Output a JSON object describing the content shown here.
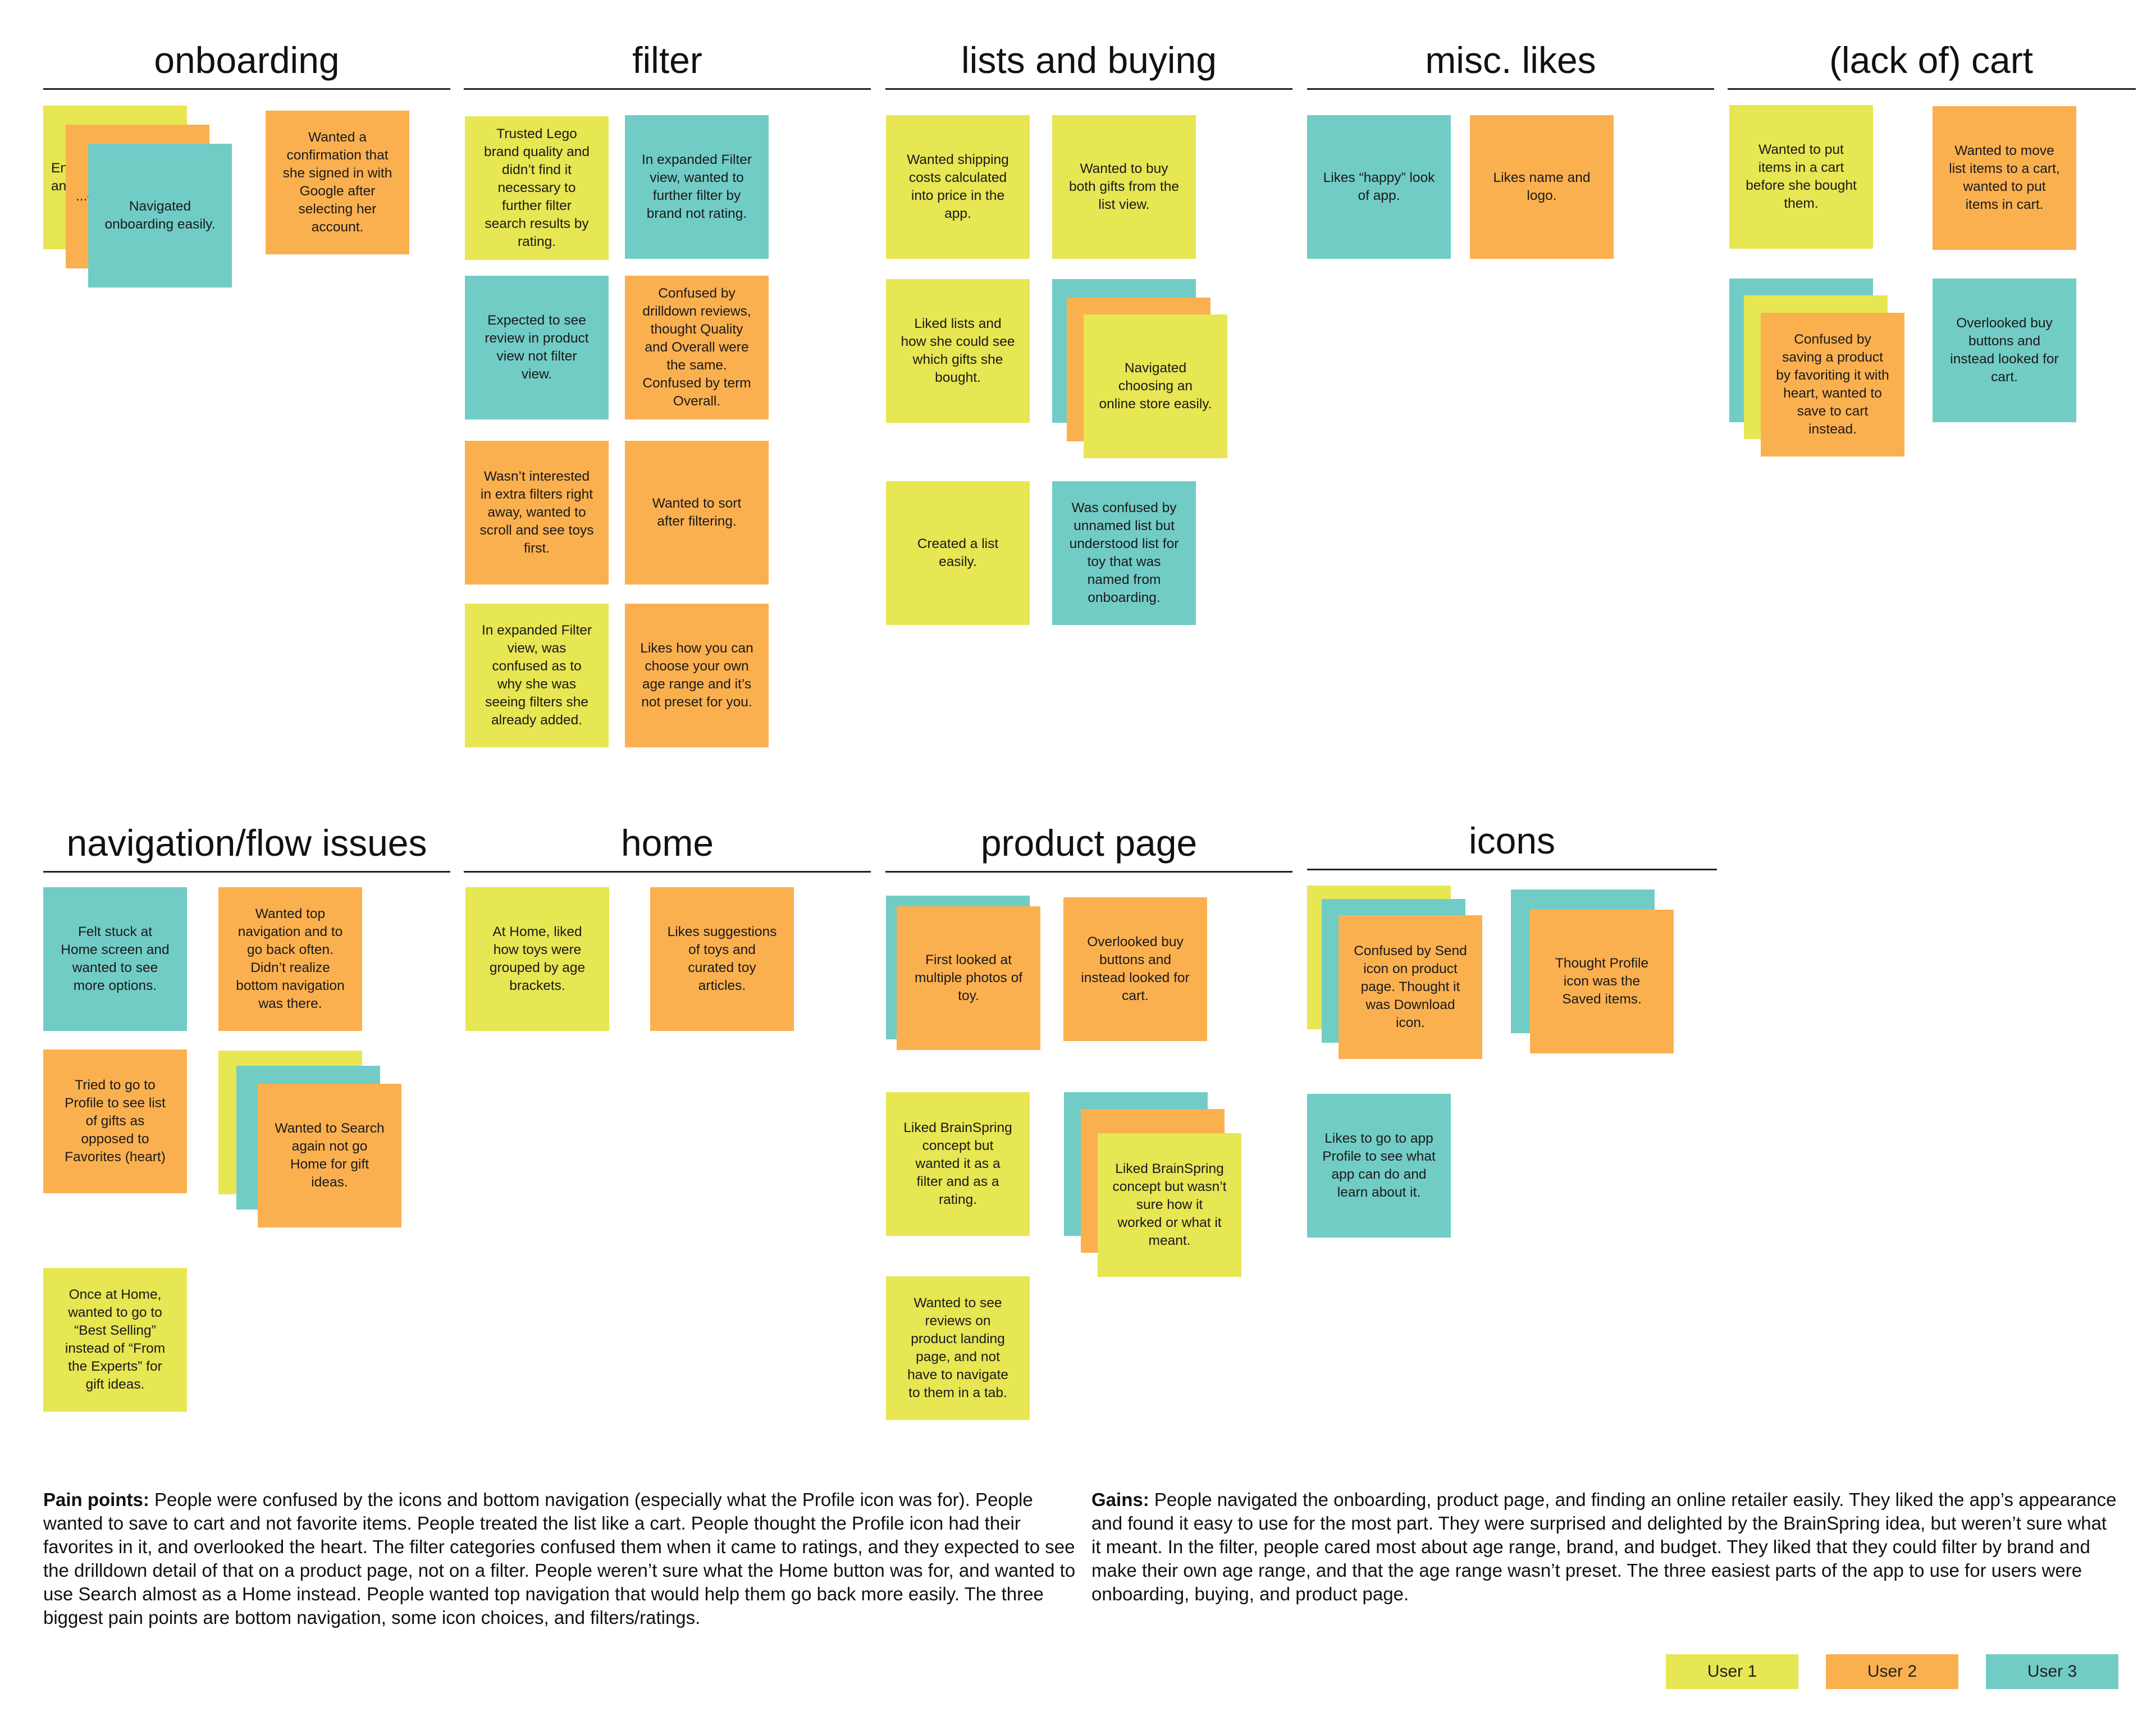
{
  "sections": [
    {
      "id": "onboarding",
      "title": "onboarding",
      "notes": [
        {
          "text": "Entered name and...",
          "color": "yellow"
        },
        {
          "text": "...onboarding...",
          "color": "orange"
        },
        {
          "text": "Navigated onboarding easily.",
          "color": "teal"
        },
        {
          "text": "Wanted a confirmation that she signed in with Google after selecting her account.",
          "color": "orange"
        }
      ]
    },
    {
      "id": "filter",
      "title": "filter",
      "notes": [
        {
          "text": "Trusted Lego brand quality and didn’t find it necessary to further filter search results by rating.",
          "color": "yellow"
        },
        {
          "text": "In expanded Filter view, wanted to further filter by brand not rating.",
          "color": "teal"
        },
        {
          "text": "Expected to see review in product view not filter view.",
          "color": "teal"
        },
        {
          "text": "Confused by drilldown reviews, thought Quality and Overall were the same. Confused by term Overall.",
          "color": "orange"
        },
        {
          "text": "Wasn’t interested in extra filters right away, wanted to scroll and see toys first.",
          "color": "orange"
        },
        {
          "text": "Wanted to sort after filtering.",
          "color": "orange"
        },
        {
          "text": "In expanded Filter view, was confused as to why she was seeing filters she already added.",
          "color": "yellow"
        },
        {
          "text": "Likes how you can choose your own age range and it’s not preset for you.",
          "color": "orange"
        }
      ]
    },
    {
      "id": "lists",
      "title": "lists and buying",
      "notes": [
        {
          "text": "Wanted shipping costs calculated into price in the app.",
          "color": "yellow"
        },
        {
          "text": "Wanted to buy both gifts from the list view.",
          "color": "yellow"
        },
        {
          "text": "Liked lists and how she could see which gifts she bought.",
          "color": "yellow"
        },
        {
          "text": "",
          "color": "teal"
        },
        {
          "text": "",
          "color": "orange"
        },
        {
          "text": "Navigated choosing an online store easily.",
          "color": "yellow"
        },
        {
          "text": "Created a list easily.",
          "color": "yellow"
        },
        {
          "text": "Was confused by unnamed list but understood list for toy that was named from onboarding.",
          "color": "teal"
        }
      ]
    },
    {
      "id": "misc",
      "title": "misc. likes",
      "notes": [
        {
          "text": "Likes “happy” look of app.",
          "color": "teal"
        },
        {
          "text": "Likes name and logo.",
          "color": "orange"
        }
      ]
    },
    {
      "id": "cart",
      "title": "(lack of) cart",
      "notes": [
        {
          "text": "Wanted to put items in a cart before she bought them.",
          "color": "yellow"
        },
        {
          "text": "Wanted to move list items to a cart, wanted to put items in cart.",
          "color": "orange"
        },
        {
          "text": "",
          "color": "teal"
        },
        {
          "text": "",
          "color": "yellow"
        },
        {
          "text": "Confused by saving a product by favoriting it with heart, wanted to save to cart instead.",
          "color": "orange"
        },
        {
          "text": "Overlooked buy buttons and instead looked for cart.",
          "color": "teal"
        }
      ]
    },
    {
      "id": "nav",
      "title": "navigation/flow issues",
      "notes": [
        {
          "text": "Felt stuck at Home screen and wanted to see more options.",
          "color": "teal"
        },
        {
          "text": "Wanted top navigation and to go back often. Didn’t realize bottom navigation was there.",
          "color": "orange"
        },
        {
          "text": "Tried to go to Profile to see list of gifts as opposed to Favorites (heart)",
          "color": "orange"
        },
        {
          "text": "",
          "color": "yellow"
        },
        {
          "text": "",
          "color": "teal"
        },
        {
          "text": "Wanted to Search again not go Home for gift ideas.",
          "color": "orange"
        },
        {
          "text": "Once at Home, wanted to go to “Best Selling” instead of “From the Experts” for gift ideas.",
          "color": "yellow"
        }
      ]
    },
    {
      "id": "home",
      "title": "home",
      "notes": [
        {
          "text": "At Home, liked how toys were grouped by age brackets.",
          "color": "yellow"
        },
        {
          "text": "Likes suggestions of toys and curated toy articles.",
          "color": "orange"
        }
      ]
    },
    {
      "id": "product",
      "title": "product page",
      "notes": [
        {
          "text": "",
          "color": "teal"
        },
        {
          "text": "First looked at multiple photos of toy.",
          "color": "orange"
        },
        {
          "text": "Overlooked buy buttons and instead looked for cart.",
          "color": "orange"
        },
        {
          "text": "Liked BrainSpring concept but wanted it as a filter and as a rating.",
          "color": "yellow"
        },
        {
          "text": "",
          "color": "teal"
        },
        {
          "text": "",
          "color": "orange"
        },
        {
          "text": "Liked BrainSpring concept but wasn’t sure how it worked or what it meant.",
          "color": "yellow"
        },
        {
          "text": "Wanted to see reviews on product landing page, and not have to navigate to them in a tab.",
          "color": "yellow"
        }
      ]
    },
    {
      "id": "icons",
      "title": "icons",
      "notes": [
        {
          "text": "",
          "color": "yellow"
        },
        {
          "text": "",
          "color": "teal"
        },
        {
          "text": "Confused by Send icon on product page. Thought it was Download icon.",
          "color": "orange"
        },
        {
          "text": "",
          "color": "teal"
        },
        {
          "text": "Thought Profile icon was the Saved items.",
          "color": "orange"
        },
        {
          "text": "Likes to go to app Profile to see what app can do and learn about it.",
          "color": "teal"
        }
      ]
    }
  ],
  "summary": {
    "pain_label": "Pain points:",
    "pain_text": " People were confused by the icons and bottom navigation (especially what the Profile icon was for). People wanted to save to cart and not favorite items. People treated the list like a cart. People thought the Profile icon had their favorites in it, and overlooked the heart. The filter categories confused them when it came to ratings, and they expected to see the drilldown detail of that on a product page, not on a filter. People weren’t sure what the Home button was for, and wanted to use Search almost as a Home instead. People wanted top navigation that would help them go back more easily. The three biggest pain points are bottom navigation, some icon choices, and filters/ratings.",
    "gains_label": "Gains:",
    "gains_text": " People navigated the onboarding, product page, and finding an online retailer easily. They liked the app’s appearance and found it easy to use for the most part. They were surprised and delighted by the BrainSpring idea, but weren’t sure what it meant. In the filter, people cared most about age range, brand, and budget. They liked that they could filter by brand and make their own age range, and that the age range wasn’t preset. The three easiest parts of the app to use for users were onboarding, buying, and product page."
  },
  "legend": [
    {
      "label": "User 1",
      "color": "#e7e653"
    },
    {
      "label": "User 2",
      "color": "#fbb050"
    },
    {
      "label": "User 3",
      "color": "#72ccc6"
    }
  ],
  "colors": {
    "yellow": "#e7e653",
    "orange": "#fbb050",
    "teal": "#72ccc6"
  }
}
